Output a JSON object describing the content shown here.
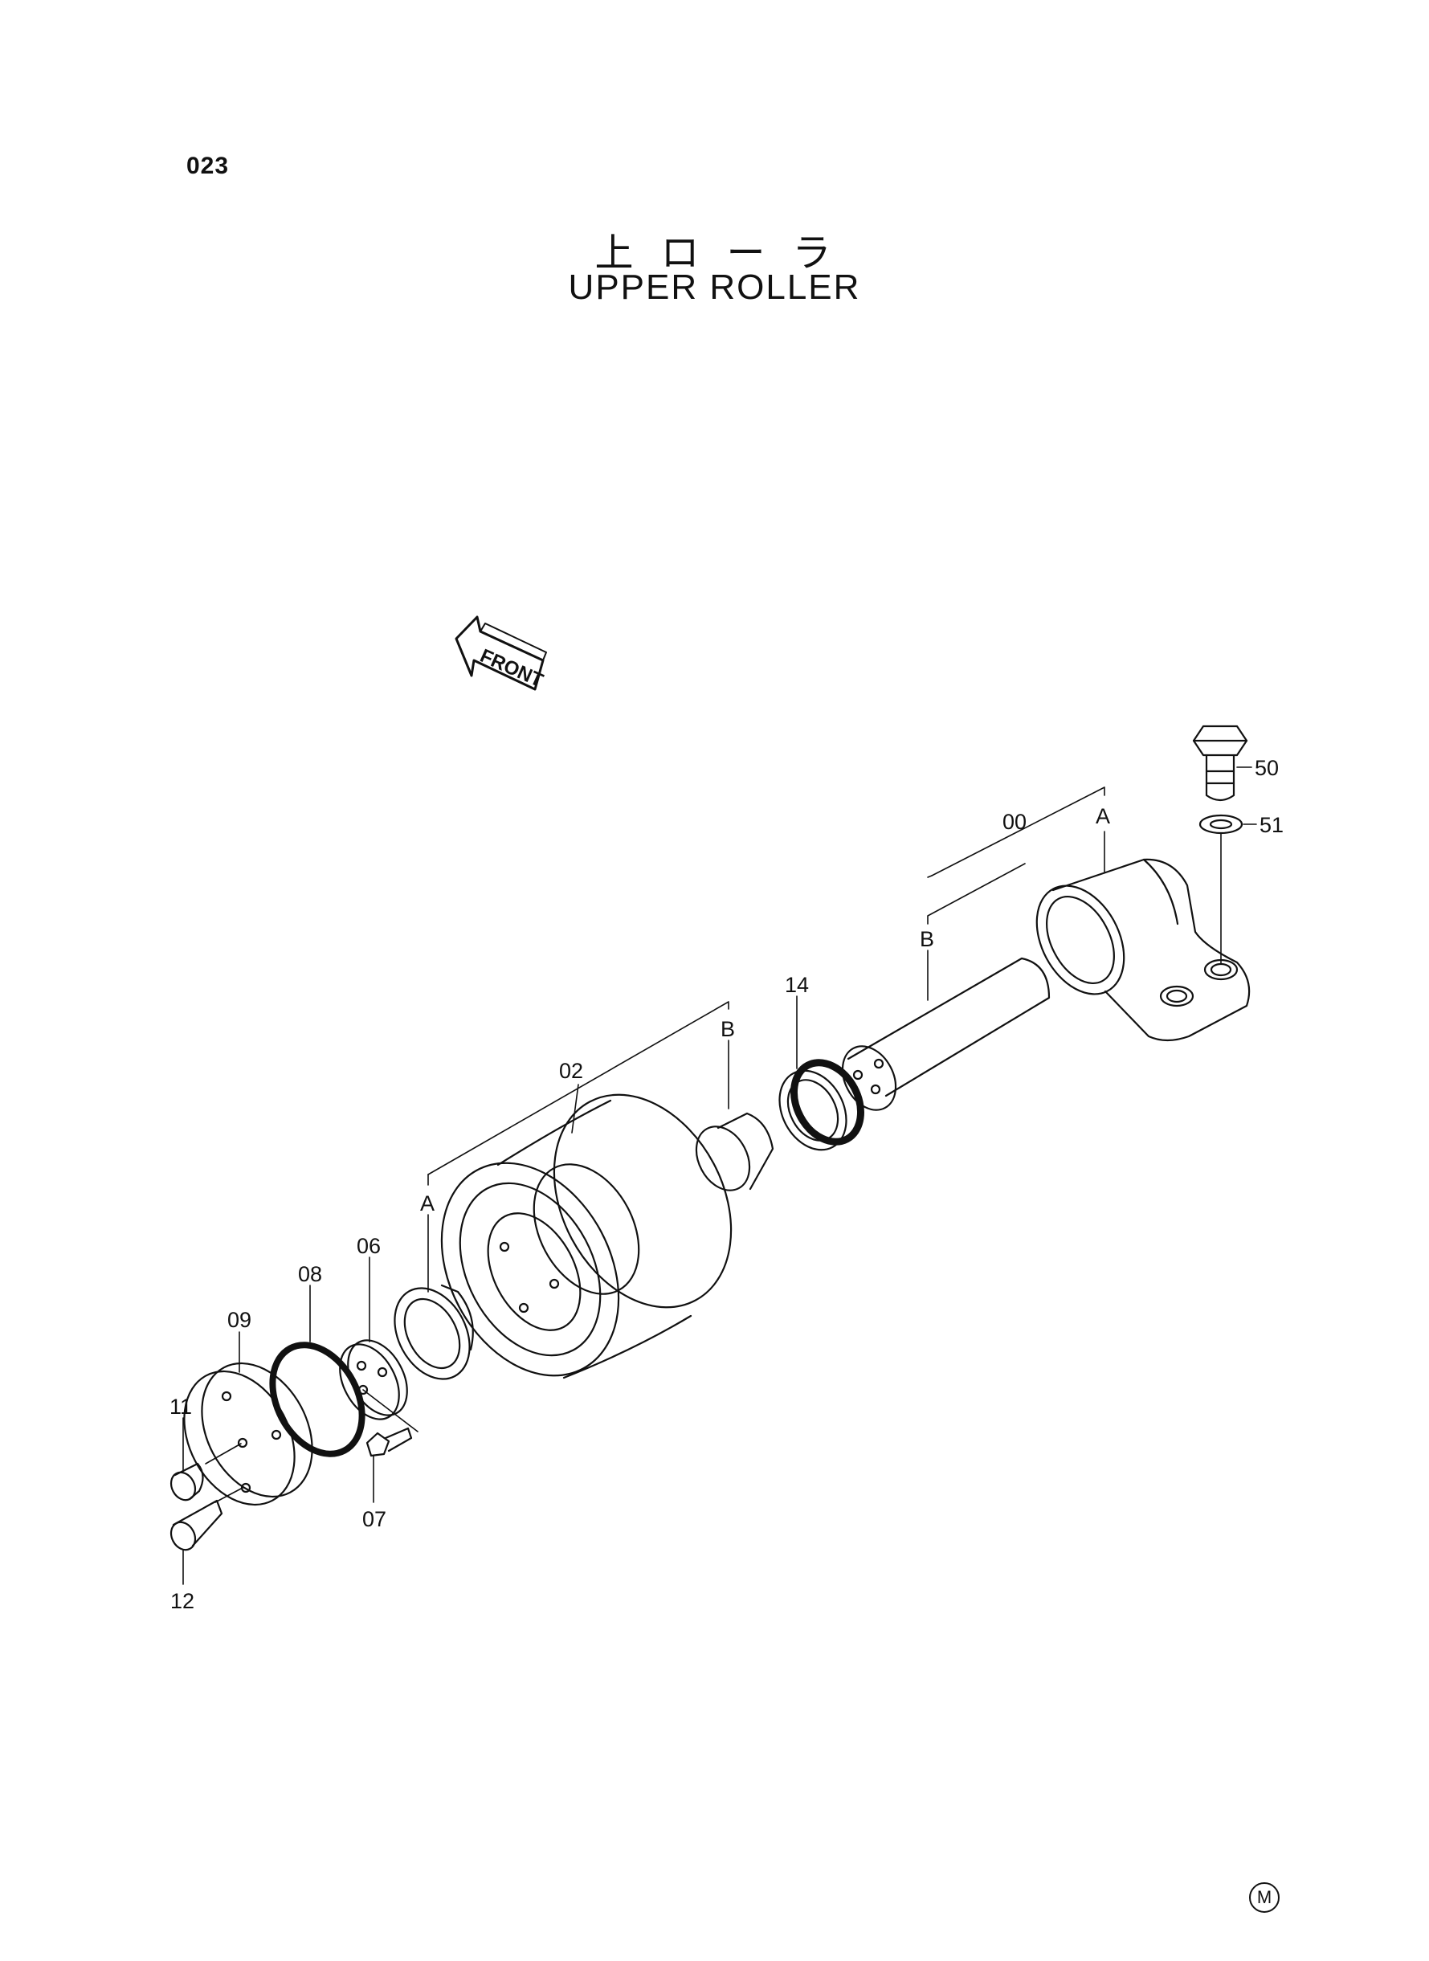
{
  "page": {
    "number": "023",
    "mark": "M"
  },
  "title": {
    "japanese": "上ローラ",
    "english": "UPPER ROLLER"
  },
  "front_label": "FRONT",
  "callouts": {
    "p00": "00",
    "p02": "02",
    "p06": "06",
    "p07": "07",
    "p08": "08",
    "p09": "09",
    "p11": "11",
    "p12": "12",
    "p14": "14",
    "p50": "50",
    "p51": "51",
    "a1": "A",
    "b1": "B",
    "a2": "A",
    "b2": "B"
  }
}
